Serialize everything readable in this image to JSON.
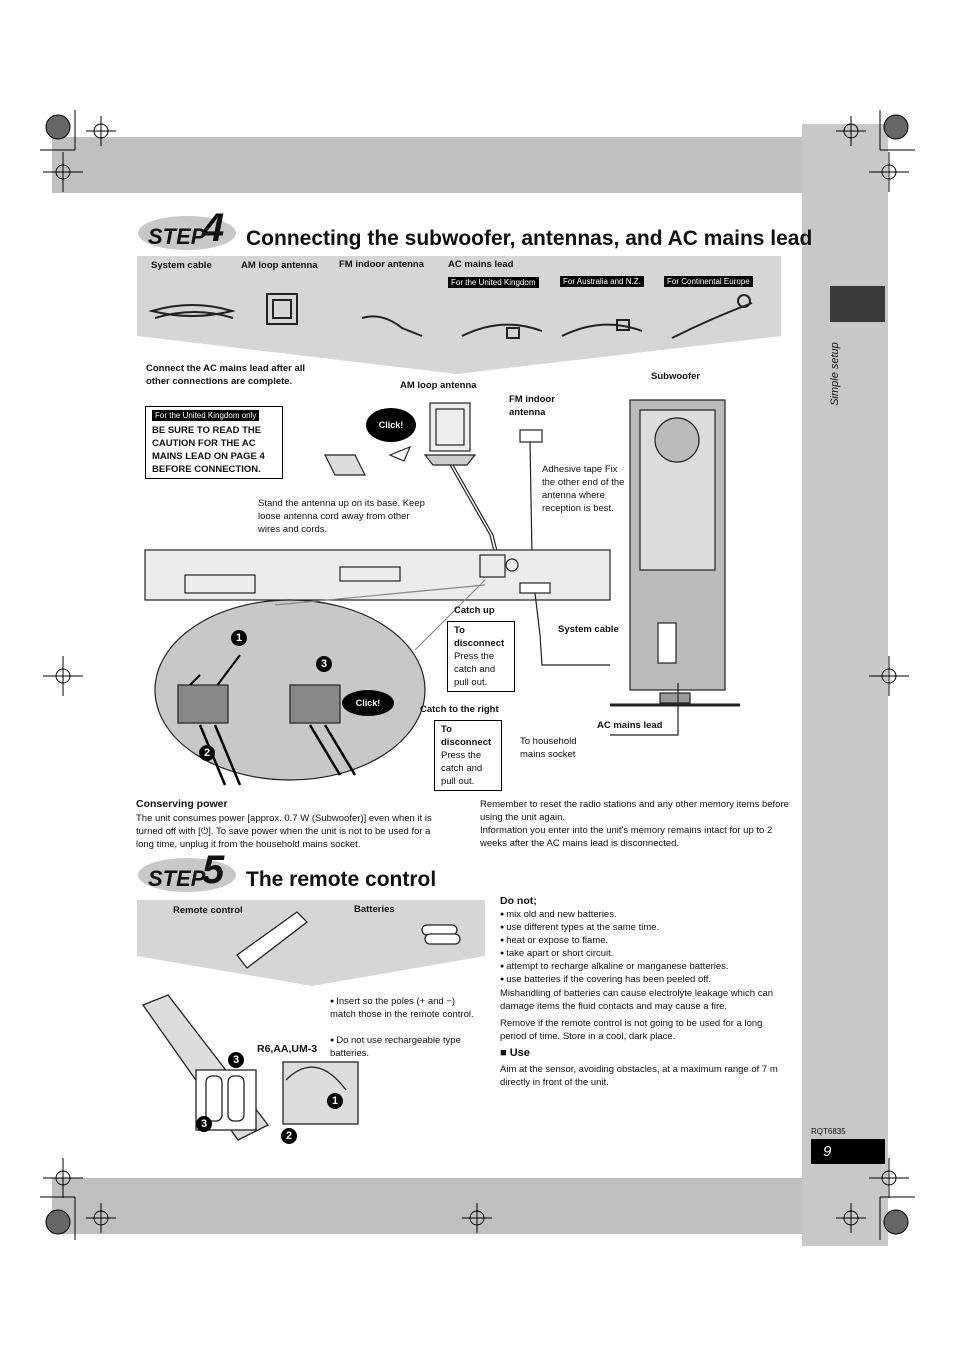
{
  "sidebar": {
    "section_label": "Simple setup",
    "doc_code": "RQT6835",
    "page_number": "9"
  },
  "step4": {
    "step_word": "STEP",
    "step_number": "4",
    "title": "Connecting the subwoofer, antennas, and AC mains lead",
    "items": {
      "system_cable": "System cable",
      "am_loop": "AM loop antenna",
      "fm_indoor": "FM indoor antenna",
      "ac_mains": "AC mains lead",
      "badge_uk": "For the United Kingdom",
      "badge_au": "For Australia and N.Z.",
      "badge_eu": "For Continental Europe"
    },
    "connect_note": "Connect the AC mains lead after all other connections are complete.",
    "uk_box": {
      "badge": "For the United Kingdom only",
      "text": "BE SURE TO READ THE CAUTION FOR THE AC MAINS LEAD ON PAGE 4 BEFORE CONNECTION."
    },
    "diagram": {
      "am_loop_label": "AM loop antenna",
      "fm_label": "FM indoor antenna",
      "subwoofer_label": "Subwoofer",
      "click1": "Click!",
      "click2": "Click!",
      "adhesive": "Adhesive tape Fix the other end of the antenna where reception is best.",
      "stand": "Stand the antenna up on its base. Keep loose antenna cord away from other wires and cords.",
      "catch_up": "Catch up",
      "system_cable": "System cable",
      "catch_right": "Catch to the right",
      "ac_mains": "AC mains lead",
      "household": "To household mains socket",
      "disconnect1_title": "To disconnect",
      "disconnect1_text": "Press the catch and pull out.",
      "disconnect2_title": "To disconnect",
      "disconnect2_text": "Press the catch and pull out.",
      "n1": "1",
      "n2": "2",
      "n3": "3"
    },
    "conserving": {
      "heading": "Conserving power",
      "text": "The unit consumes power [approx. 0.7 W (Subwoofer)] even when it is turned off with [⏻]. To save power when the unit is not to be used for a long time, unplug it from the household mains socket."
    },
    "remember": "Remember to reset the radio stations and any other memory items before using the unit again.",
    "information": "Information you enter into the unit's memory remains intact for up to 2 weeks after the AC mains lead is disconnected."
  },
  "step5": {
    "step_word": "STEP",
    "step_number": "5",
    "title": "The remote control",
    "remote_label": "Remote control",
    "batteries_label": "Batteries",
    "battery_type": "R6,AA,UM-3",
    "insert_bullets": [
      "Insert so the poles (+ and −) match those in the remote control.",
      "Do not use rechargeable type batteries."
    ],
    "n1": "1",
    "n2": "2",
    "n3a": "3",
    "n3b": "3",
    "do_not": {
      "heading": "Do not;",
      "items": [
        "mix old and new batteries.",
        "use different types at the same time.",
        "heat or expose to flame.",
        "take apart or short circuit.",
        "attempt to recharge alkaline or manganese batteries.",
        "use batteries if the covering has been peeled off."
      ],
      "mishandling": "Mishandling of batteries can cause electrolyte leakage which can damage items the fluid contacts and may cause a fire.",
      "remove": "Remove if the remote control is not going to be used for a long period of time. Store in a cool, dark place."
    },
    "use": {
      "heading": "Use",
      "text": "Aim at the sensor, avoiding obstacles, at a maximum range of 7 m directly in front of the unit."
    }
  }
}
